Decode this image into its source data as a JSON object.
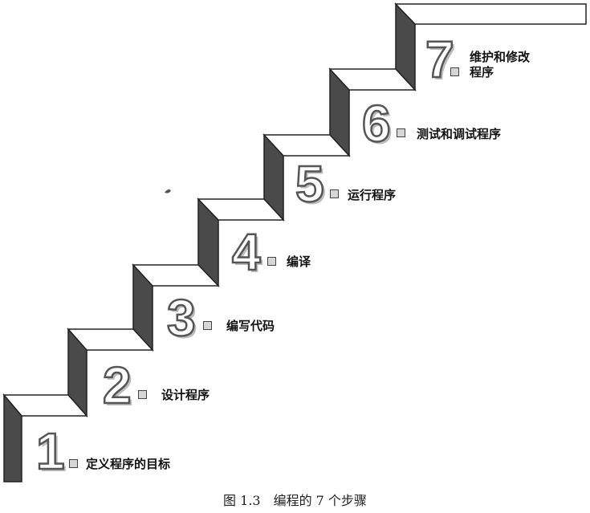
{
  "steps": [
    {
      "number": "1",
      "label": "定义程序的目标"
    },
    {
      "number": "2",
      "label": "设计程序"
    },
    {
      "number": "3",
      "label": "编写代码"
    },
    {
      "number": "4",
      "label": "编译"
    },
    {
      "number": "5",
      "label": "运行程序"
    },
    {
      "number": "6",
      "label": "测试和调试程序"
    },
    {
      "number": "7",
      "label": "维护和修改程序"
    }
  ],
  "caption": "图 1.3　编程的 7 个步骤",
  "colors": {
    "riser": "#4a4a4a",
    "tread": "#ffffff",
    "outline": "#222222"
  }
}
